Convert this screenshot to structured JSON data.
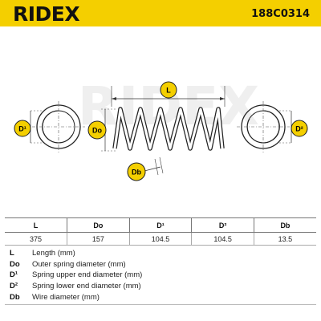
{
  "header": {
    "brand": "RIDEX",
    "part_number": "188C0314"
  },
  "diagram": {
    "labels": {
      "L": "L",
      "Do": "Do",
      "D1": "D¹",
      "D2": "D²",
      "Db": "Db"
    },
    "watermark": "RIDEX"
  },
  "table": {
    "headers": [
      "L",
      "Do",
      "D¹",
      "D²",
      "Db"
    ],
    "values": [
      "375",
      "157",
      "104.5",
      "104.5",
      "13.5"
    ]
  },
  "legend": [
    {
      "key": "L",
      "text": "Length (mm)"
    },
    {
      "key": "Do",
      "text": "Outer spring diameter (mm)"
    },
    {
      "key": "D¹",
      "text": "Spring upper end diameter (mm)"
    },
    {
      "key": "D²",
      "text": "Spring lower end diameter (mm)"
    },
    {
      "key": "Db",
      "text": "Wire diameter (mm)"
    }
  ],
  "colors": {
    "header_bg": "#f4cf00",
    "badge_bg": "#f4cf00",
    "line": "#222222"
  }
}
